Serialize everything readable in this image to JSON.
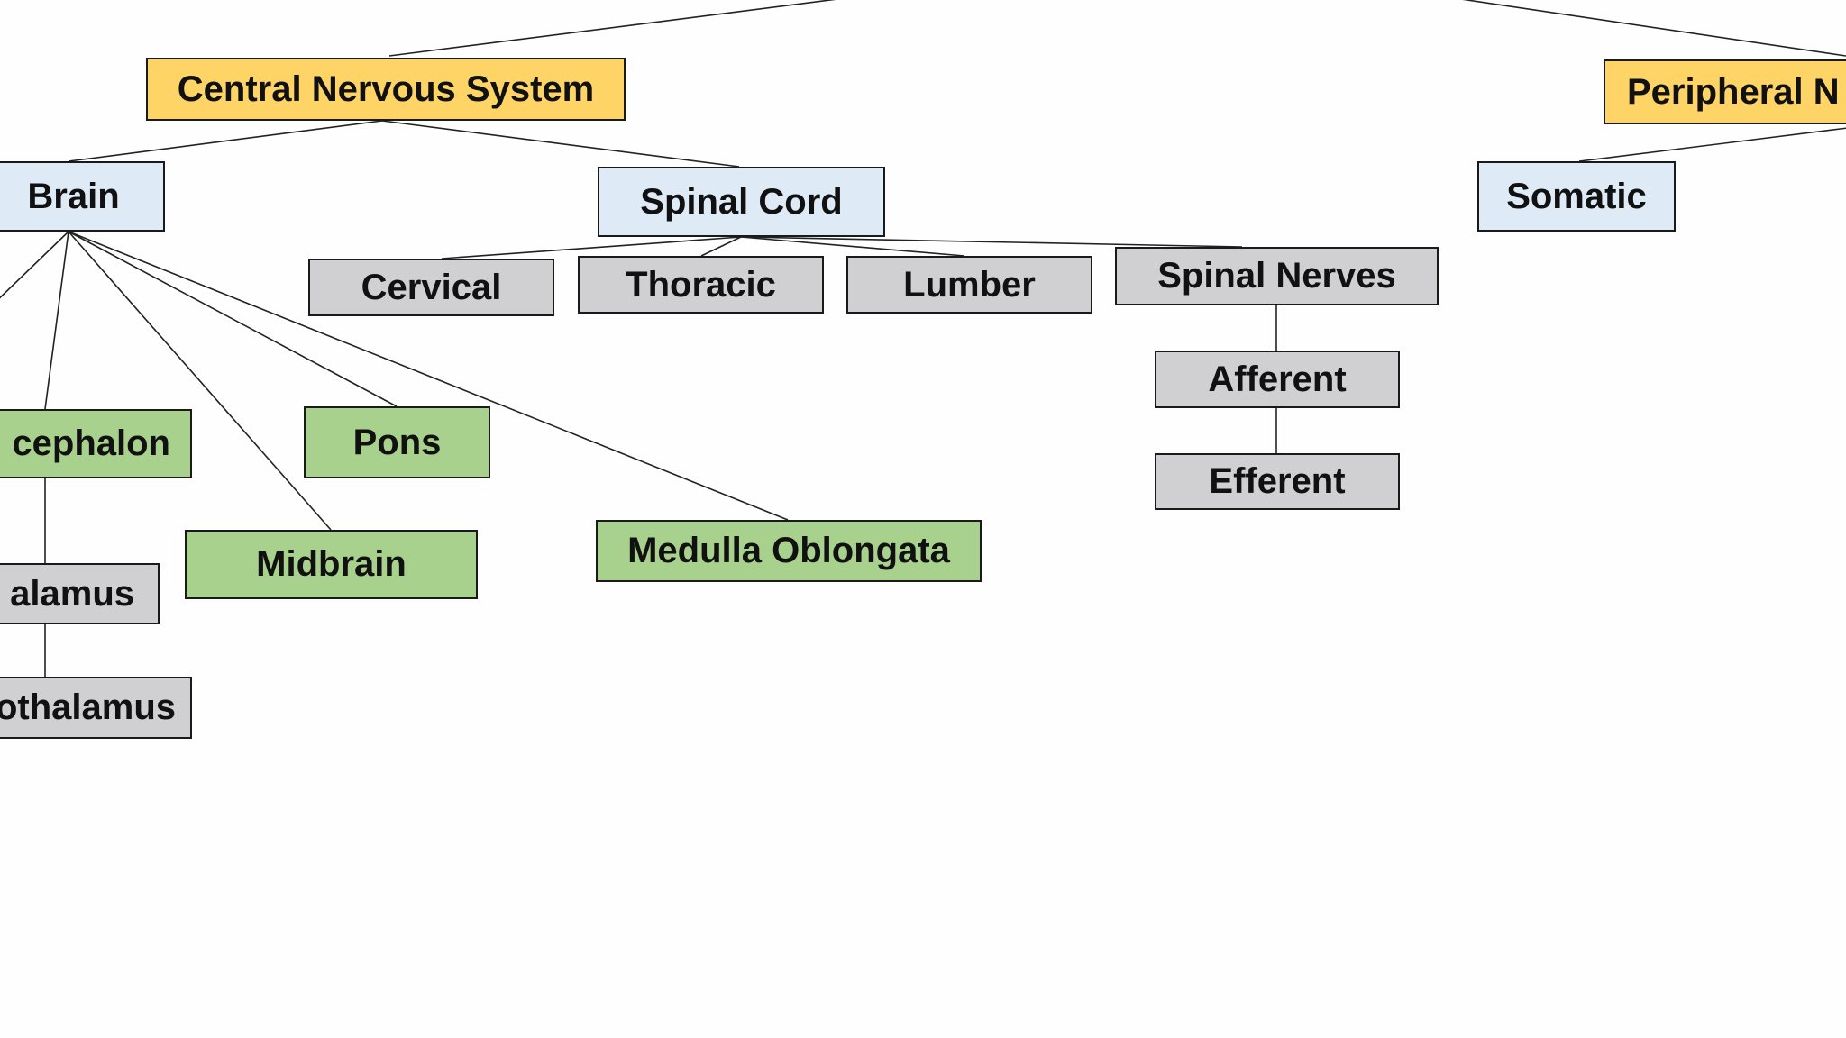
{
  "colors": {
    "level1": "#fdd465",
    "level2": "#deeaf6",
    "green": "#a8d18d",
    "gray": "#d0cfd1",
    "line": "#222222"
  },
  "nodes": {
    "cns": "Central Nervous System",
    "pns": "Peripheral N",
    "brain": "Brain",
    "spinal_cord": "Spinal Cord",
    "somatic": "Somatic",
    "cervical": "Cervical",
    "thoracic": "Thoracic",
    "lumber": "Lumber",
    "spinal_nerves": "Spinal Nerves",
    "afferent": "Afferent",
    "efferent": "Efferent",
    "diencephalon": "cephalon",
    "pons": "Pons",
    "midbrain": "Midbrain",
    "medulla": "Medulla Oblongata",
    "thalamus": "alamus",
    "hypothalamus": "othalamus"
  }
}
